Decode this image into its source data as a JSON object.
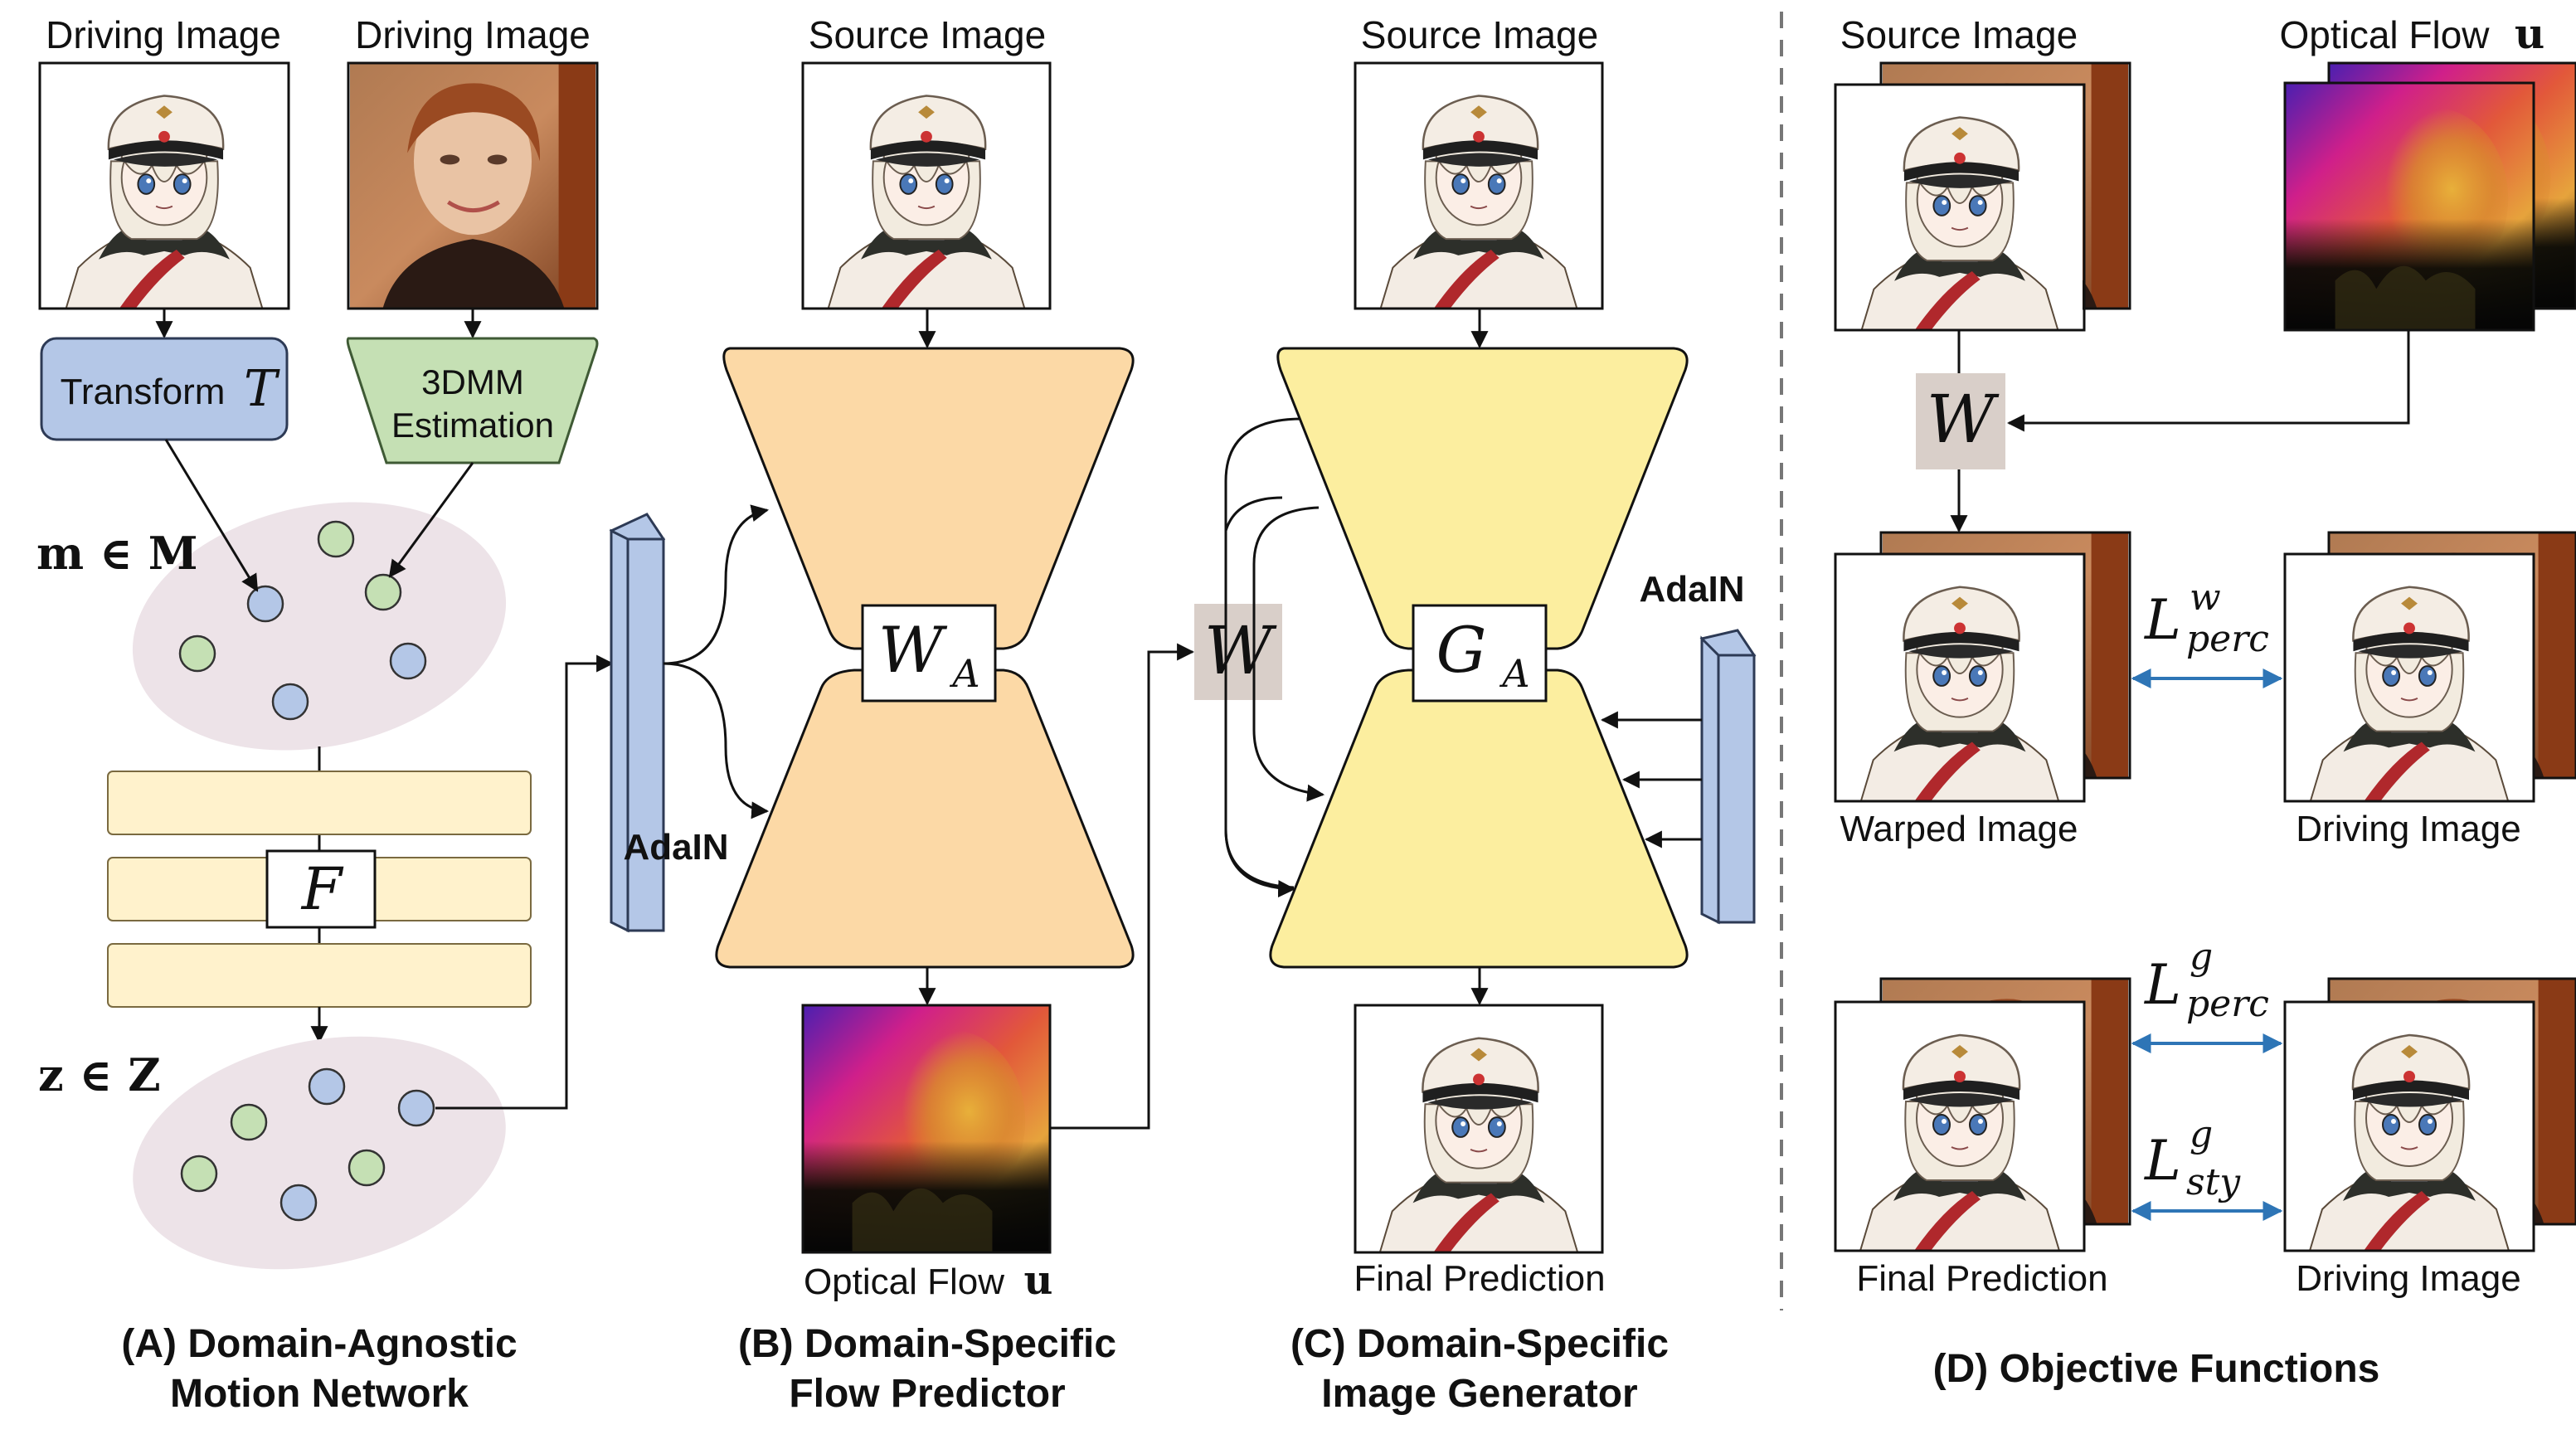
{
  "labels": {
    "driving_image": "Driving Image",
    "source_image": "Source Image",
    "optical_flow": "Optical Flow",
    "optical_flow_symbol": "u",
    "transform": "Transform",
    "transform_symbol": "T",
    "threedmm_line1": "3DMM",
    "threedmm_line2": "Estimation",
    "m_space": "m ∈ M",
    "z_space": "z ∈ Z",
    "F": "F",
    "adain": "AdaIN",
    "W_A": "W",
    "W_A_sub": "A",
    "G_A": "G",
    "G_A_sub": "A",
    "warp": "W",
    "final_prediction": "Final Prediction",
    "warped_image": "Warped Image",
    "loss_w_main": "L",
    "loss_w_sup": "w",
    "loss_w_sub": "perc",
    "loss_g_main": "L",
    "loss_g_sup": "g",
    "loss_g_sub": "perc",
    "loss_sty_main": "L",
    "loss_sty_sup": "g",
    "loss_sty_sub": "sty"
  },
  "captions": {
    "A_line1": "(A) Domain-Agnostic",
    "A_line2": "Motion Network",
    "B_line1": "(B) Domain-Specific",
    "B_line2": "Flow Predictor",
    "C_line1": "(C) Domain-Specific",
    "C_line2": "Image Generator",
    "D": "(D) Objective Functions"
  },
  "colors": {
    "transform_box": "#b4c7e7",
    "threedmm_box": "#c5e0b4",
    "latent_cloud": "#ede3e8",
    "node_green": "#c5e0b4",
    "node_blue": "#b4c7e7",
    "mlp_layer": "#fff2cc",
    "adain_block": "#b4c7e7",
    "flow_net": "#fcd9a6",
    "gen_net": "#fcee9f",
    "warp_box": "#d9cfc9",
    "loss_arrow": "#2e75b6"
  }
}
